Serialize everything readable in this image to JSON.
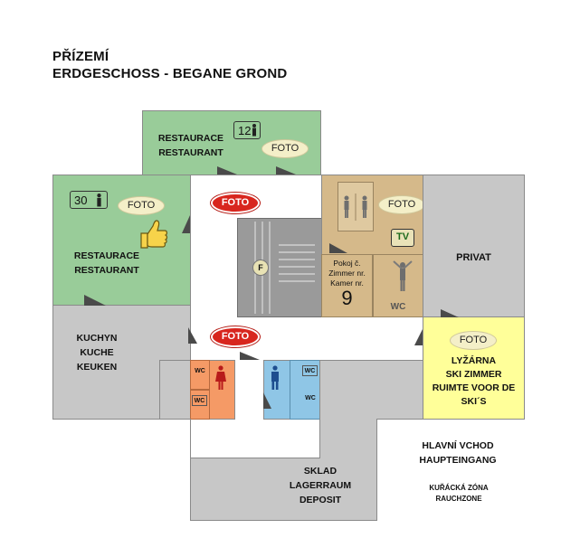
{
  "title": {
    "line1": "PŘÍZEMÍ",
    "line2": "ERDGESCHOSS  -  BEGANE GROND"
  },
  "colors": {
    "green": "#99cc99",
    "gray": "#c7c7c7",
    "darkgray": "#9a9a9a",
    "tan": "#d5b98a",
    "yellow": "#ffff99",
    "orange": "#f59a66",
    "blue": "#8fc6e6",
    "foto_red": "#d8261e"
  },
  "rooms": {
    "restaurant_top": {
      "line1": "RESTAURACE",
      "line2": "RESTAURANT",
      "capacity": "12",
      "foto": "FOTO"
    },
    "restaurant_left": {
      "line1": "RESTAURACE",
      "line2": "RESTAURANT",
      "capacity": "30",
      "foto": "FOTO"
    },
    "kitchen": {
      "line1": "KUCHYN",
      "line2": "KUCHE",
      "line3": "KEUKEN"
    },
    "lift": {
      "label": "F"
    },
    "room9": {
      "line1": "Pokoj č.",
      "line2": "Zimmer nr.",
      "line3": "Kamer  nr.",
      "number": "9",
      "wc": "WC",
      "tv": "TV",
      "foto": "FOTO"
    },
    "privat": {
      "label": "PRIVAT"
    },
    "ski": {
      "foto": "FOTO",
      "line1": "LYŽÁRNA",
      "line2": "SKI ZIMMER",
      "line3": "RUIMTE VOOR DE",
      "line4": "SKI´S"
    },
    "toilets": {
      "wc1": "WC",
      "wc2": "WC",
      "wc3": "WC"
    },
    "storage": {
      "line1": "SKLAD",
      "line2": "LAGERRAUM",
      "line3": "DEPOSIT"
    },
    "hall": {
      "foto1": "FOTO",
      "foto2": "FOTO"
    }
  },
  "entrance": {
    "line1": "HLAVNÍ  VCHOD",
    "line2": "HAUPTEINGANG",
    "smoke1": "KUŘÁCKÁ ZÓNA",
    "smoke2": "RAUCHZONE"
  }
}
